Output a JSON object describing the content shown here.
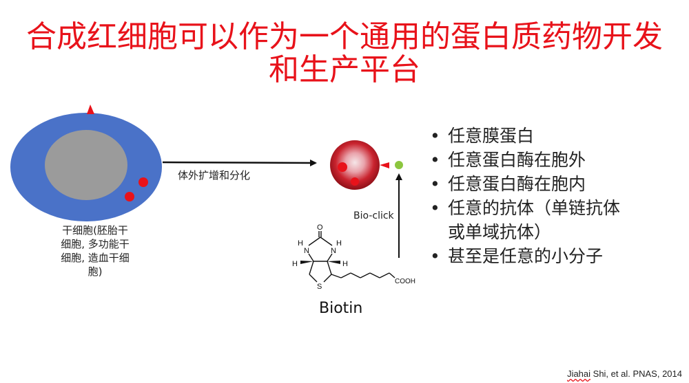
{
  "title": {
    "line1": "合成红细胞可以作为一个通用的蛋白质药物开发",
    "line2": "和生产平台"
  },
  "stem_cell": {
    "label_lines": [
      "干细胞(胚胎干",
      "细胞, 多功能干",
      "细胞, 造血干细",
      "胞)"
    ]
  },
  "arrow_expand": {
    "label": "体外扩增和分化"
  },
  "bio_click": {
    "label": "Bio-click"
  },
  "biotin": {
    "name": "Biotin",
    "atoms": {
      "o": "O",
      "hn_left": "H",
      "n_left": "N",
      "n_right": "N",
      "hn_right": "H",
      "h_left": "H",
      "h_right": "H",
      "s": "S",
      "cooh": "COOH"
    }
  },
  "bullets": [
    {
      "lines": [
        "任意膜蛋白"
      ]
    },
    {
      "lines": [
        "任意蛋白酶在胞外"
      ]
    },
    {
      "lines": [
        "任意蛋白酶在胞内"
      ]
    },
    {
      "lines": [
        "任意的抗体（单链抗体",
        "或单域抗体）"
      ]
    },
    {
      "lines": [
        "甚至是任意的小分子"
      ]
    }
  ],
  "bullet_symbol": "•",
  "citation": {
    "author_first": "Jiahai",
    "rest": " Shi, et al. PNAS, 2014"
  },
  "colors": {
    "title_red": "#e8121a",
    "stem_cell_blue": "#4a72c8",
    "nucleus_gray": "#9b9b9b",
    "marker_red": "#e8121a",
    "rbc_red": "#c9232e",
    "ligand_green": "#8cc63f"
  }
}
